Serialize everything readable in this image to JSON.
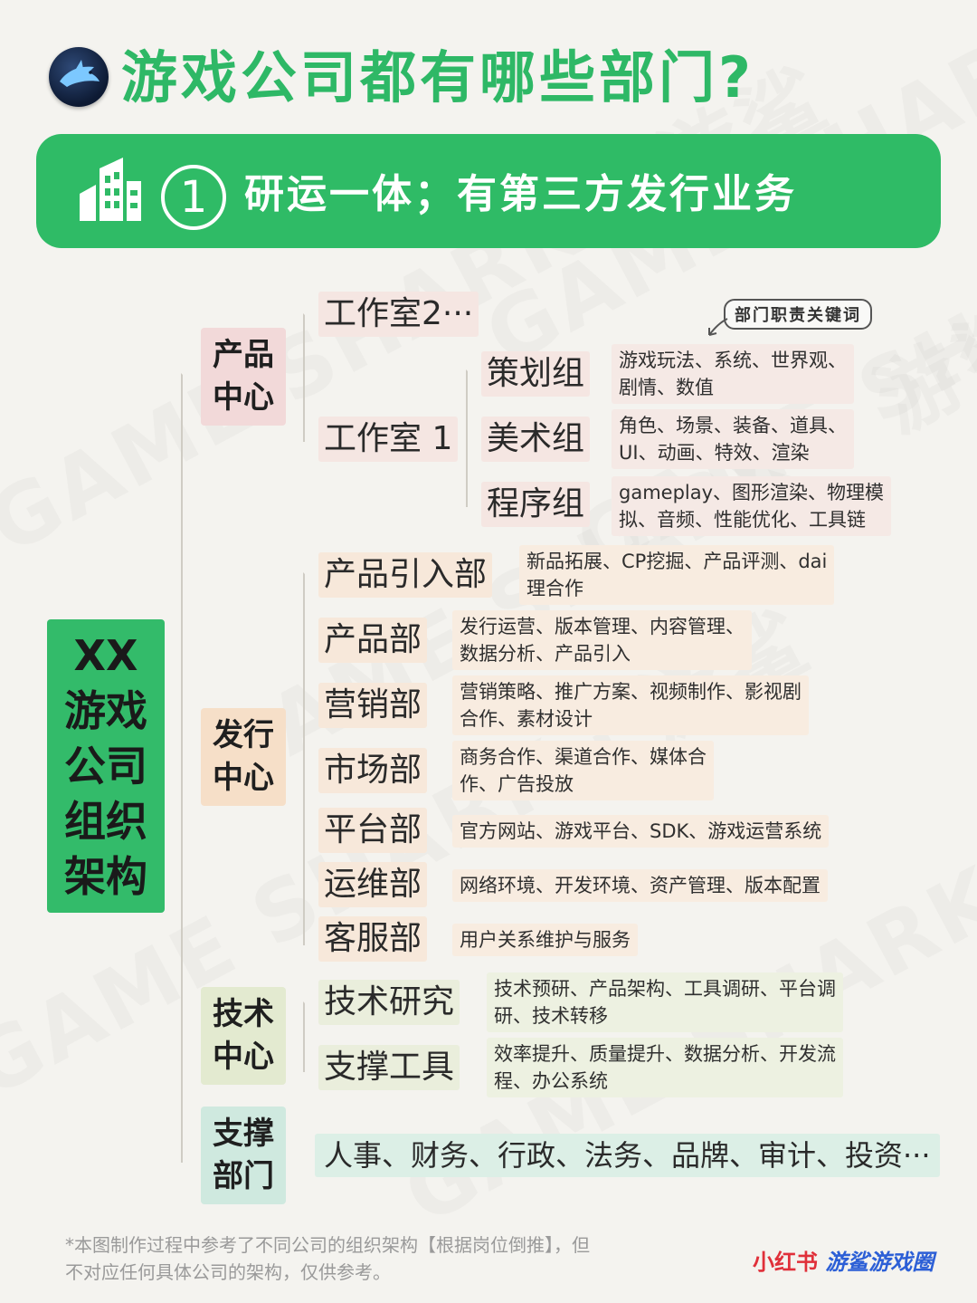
{
  "title": "游戏公司都有哪些部门?",
  "banner": {
    "number": "1",
    "text": "研运一体；有第三方发行业务"
  },
  "callout": "部门职责关键词",
  "root": [
    "XX",
    "游戏",
    "公司",
    "组织",
    "架构"
  ],
  "categories": {
    "product": [
      "产品",
      "中心"
    ],
    "publish": [
      "发行",
      "中心"
    ],
    "tech": [
      "技术",
      "中心"
    ],
    "support": [
      "支撑",
      "部门"
    ]
  },
  "product": {
    "studio2": "工作室2···",
    "studio1": "工作室 1",
    "groups": [
      {
        "name": "策划组",
        "desc": [
          "游戏玩法、系统、世界观、",
          "剧情、数值"
        ]
      },
      {
        "name": "美术组",
        "desc": [
          "角色、场景、装备、道具、",
          "UI、动画、特效、渲染"
        ]
      },
      {
        "name": "程序组",
        "desc": [
          "gameplay、图形渲染、物理模",
          "拟、音频、性能优化、工具链"
        ]
      }
    ]
  },
  "publish": [
    {
      "name": "产品引入部",
      "desc": [
        "新品拓展、CP挖掘、产品评测、dai",
        "理合作"
      ]
    },
    {
      "name": "产品部",
      "desc": [
        "发行运营、版本管理、内容管理、",
        "数据分析、产品引入"
      ]
    },
    {
      "name": "营销部",
      "desc": [
        "营销策略、推广方案、视频制作、影视剧",
        "合作、素材设计"
      ]
    },
    {
      "name": "市场部",
      "desc": [
        "商务合作、渠道合作、媒体合",
        "作、广告投放"
      ]
    },
    {
      "name": "平台部",
      "desc": [
        "官方网站、游戏平台、SDK、游戏运营系统"
      ]
    },
    {
      "name": "运维部",
      "desc": [
        "网络环境、开发环境、资产管理、版本配置"
      ]
    },
    {
      "name": "客服部",
      "desc": [
        "用户关系维护与服务"
      ]
    }
  ],
  "tech": [
    {
      "name": "技术研究",
      "desc": [
        "技术预研、产品架构、工具调研、平台调",
        "研、技术转移"
      ]
    },
    {
      "name": "支撑工具",
      "desc": [
        "效率提升、质量提升、数据分析、开发流",
        "程、办公系统"
      ]
    }
  ],
  "support": {
    "desc": "人事、财务、行政、法务、品牌、审计、投资···"
  },
  "footer": {
    "note": [
      "*本图制作过程中参考了不同公司的组织架构【根据岗位倒推】，但",
      "不对应任何具体公司的架构，仅供参考。"
    ],
    "brand_red": "小红书",
    "brand_blue": "游鲨游戏圈"
  },
  "colors": {
    "green": "#2fbb66",
    "product": "#f2d9d9",
    "publish": "#f6dfc8",
    "tech": "#e3ead0",
    "support": "#cfe9df"
  }
}
